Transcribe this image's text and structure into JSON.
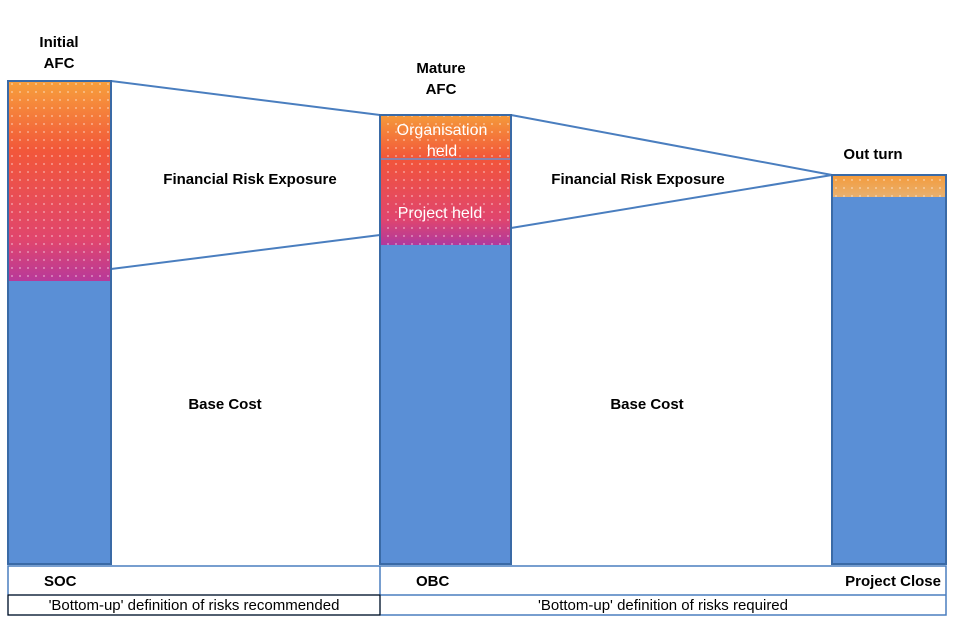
{
  "diagram": {
    "stages": [
      {
        "key": "soc",
        "top_label_line1": "Initial",
        "top_label_line2": "AFC",
        "stage_label": "SOC"
      },
      {
        "key": "obc",
        "top_label_line1": "Mature",
        "top_label_line2": "AFC",
        "stage_label": "OBC",
        "segments": {
          "organisation_line1": "Organisation",
          "organisation_line2": "held",
          "project": "Project held"
        }
      },
      {
        "key": "close",
        "top_label_line1": "Out turn",
        "stage_label": "Project Close"
      }
    ],
    "regions": [
      {
        "risk_label": "Financial Risk Exposure",
        "base_label": "Base Cost"
      },
      {
        "risk_label": "Financial Risk Exposure",
        "base_label": "Base Cost"
      }
    ],
    "footer": {
      "left": "'Bottom-up' definition of risks recommended",
      "right": "'Bottom-up' definition of risks required"
    },
    "colors": {
      "base": "#5a8fd6",
      "outline": "#3a6aa6",
      "risk_top": "#f59a3a",
      "risk_mid": "#f2553a",
      "risk_bottom": "#c23a8e"
    }
  }
}
